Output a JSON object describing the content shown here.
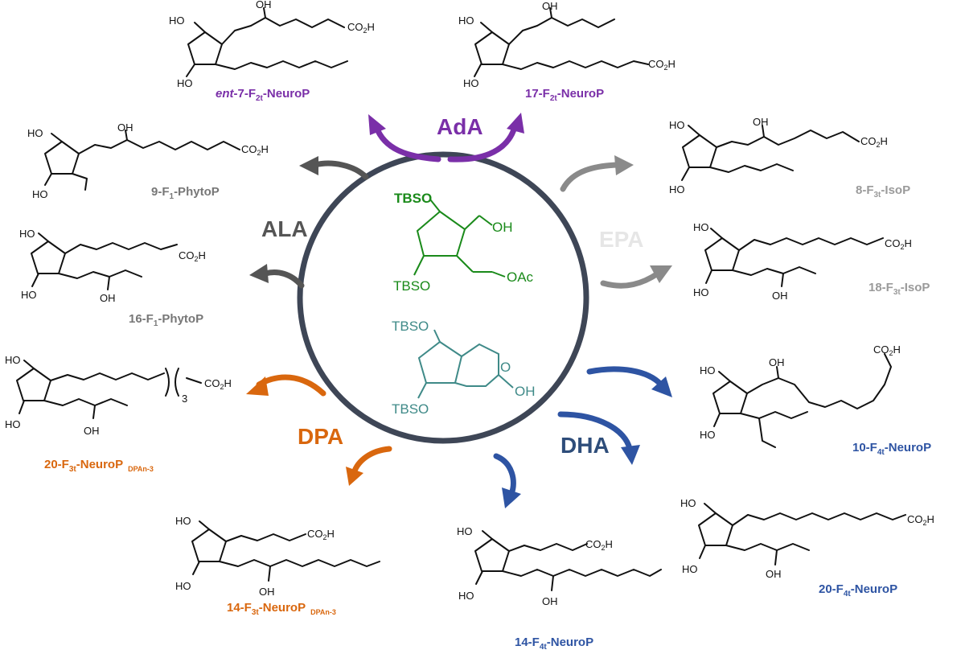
{
  "colors": {
    "ring": "#3e4656",
    "ada": "#7a2fa8",
    "epa": "#8a8a8a",
    "epa_label": "#e6e6e6",
    "dha": "#2e54a3",
    "dha_label": "#2e4d7a",
    "dpa": "#d9670e",
    "ala": "#555555",
    "green": "#1a8a1a",
    "teal": "#3f8a88"
  },
  "center": {
    "top_tbso_1": "TBSO",
    "top_tbso_2": "TBSO",
    "top_oh": "OH",
    "top_oac": "OAc",
    "bottom_tbso_1": "TBSO",
    "bottom_tbso_2": "TBSO",
    "bottom_o": "O",
    "bottom_oh": "OH"
  },
  "families": {
    "ada": "AdA",
    "epa": "EPA",
    "dha": "DHA",
    "dpa": "DPA",
    "ala": "ALA"
  },
  "compounds": {
    "ent7": {
      "prefix": "ent",
      "name_a": "-7-F",
      "sub": "2t",
      "name_b": "-NeuroP"
    },
    "c17f2t": {
      "name_a": "17-F",
      "sub": "2t",
      "name_b": "-NeuroP"
    },
    "c9f1": {
      "name_a": "9-F",
      "sub": "1",
      "name_b": "-PhytoP"
    },
    "c8f3t": {
      "name_a": "8-F",
      "sub": "3t",
      "name_b": "-IsoP"
    },
    "c16f1": {
      "name_a": "16-F",
      "sub": "1",
      "name_b": "-PhytoP"
    },
    "c18f3t": {
      "name_a": "18-F",
      "sub": "3t",
      "name_b": "-IsoP"
    },
    "c10f4t": {
      "name_a": "10-F",
      "sub": "4t",
      "name_b": "-NeuroP"
    },
    "c20f3t": {
      "name_a": "20-F",
      "sub": "3t",
      "name_b": "-NeuroP",
      "suffix": "DPAn-3"
    },
    "c14f3t": {
      "name_a": "14-F",
      "sub": "3t",
      "name_b": "-NeuroP",
      "suffix": "DPAn-3"
    },
    "c14f4t": {
      "name_a": "14-F",
      "sub": "4t",
      "name_b": "-NeuroP"
    },
    "c20f4t": {
      "name_a": "20-F",
      "sub": "4t",
      "name_b": "-NeuroP"
    }
  },
  "atoms": {
    "ho": "HO",
    "oh": "OH",
    "co2h": "CO2H",
    "repeat_n": "3"
  }
}
